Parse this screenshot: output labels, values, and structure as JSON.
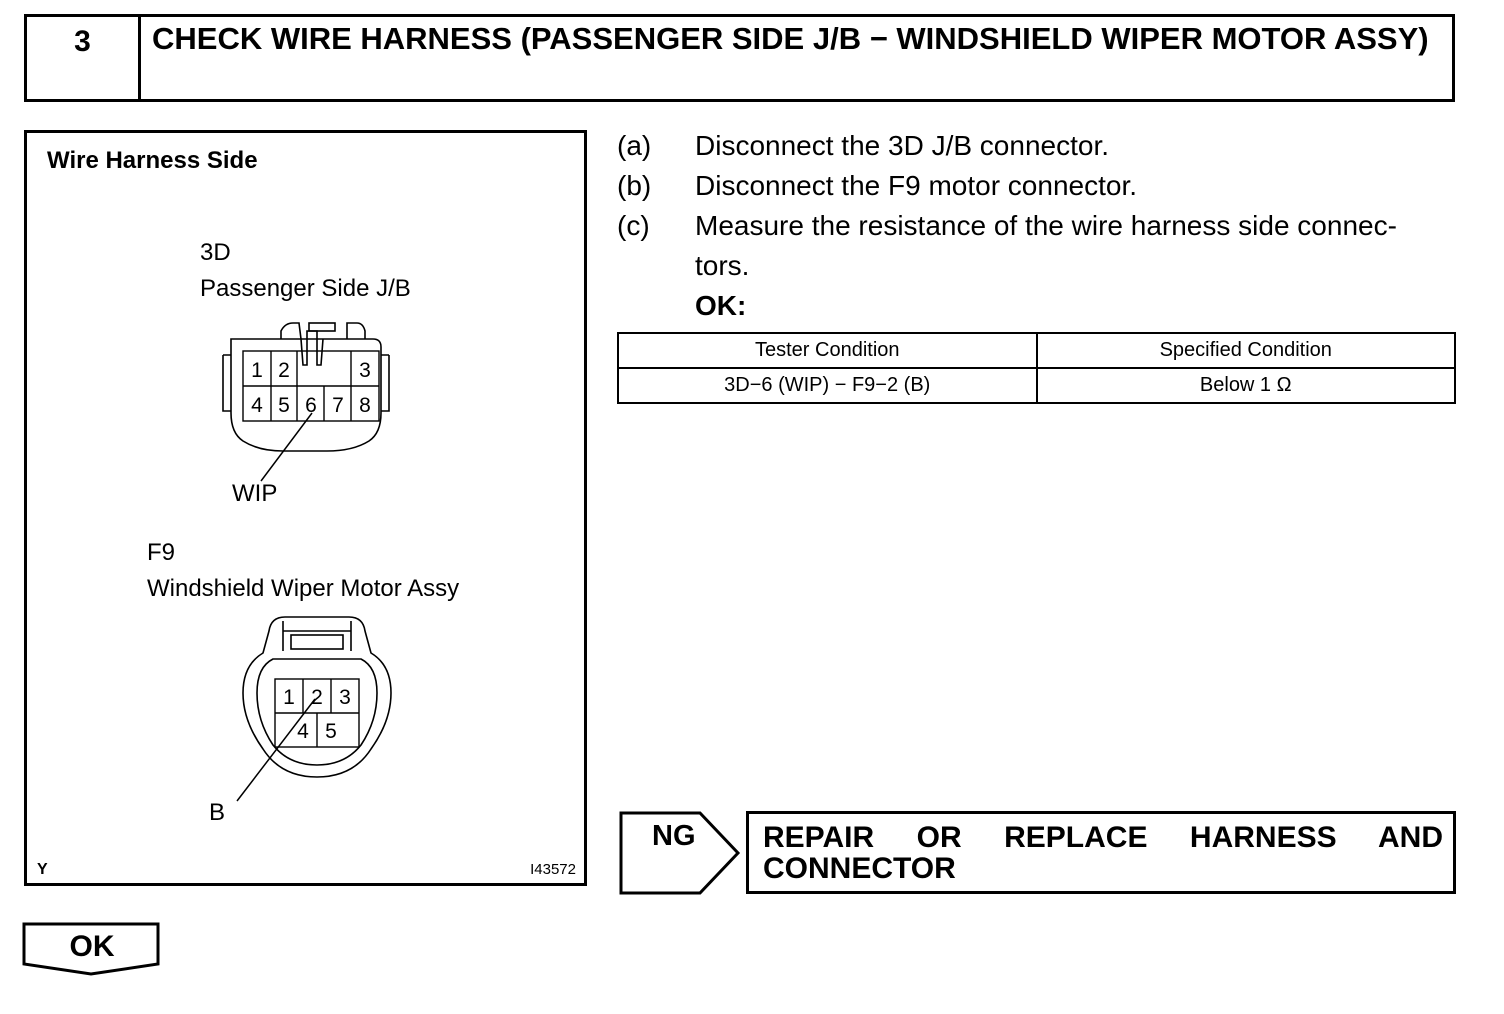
{
  "step": {
    "number": "3",
    "title": "CHECK WIRE HARNESS (PASSENGER SIDE J/B − WINDSHIELD WIPER MOTOR ASSY)"
  },
  "figure": {
    "title": "Wire Harness Side",
    "connector_3d": {
      "code": "3D",
      "name": "Passenger Side J/B",
      "pins_top": [
        "1",
        "2",
        "3"
      ],
      "pins_bottom": [
        "4",
        "5",
        "6",
        "7",
        "8"
      ],
      "callout": "WIP"
    },
    "connector_f9": {
      "code": "F9",
      "name": "Windshield Wiper Motor Assy",
      "pins_top": [
        "1",
        "2",
        "3"
      ],
      "pins_bottom": [
        "4",
        "5"
      ],
      "callout": "B"
    },
    "corner_mark": "Y",
    "figure_id": "I43572"
  },
  "procedure": {
    "steps": [
      {
        "letter": "(a)",
        "text": "Disconnect the 3D J/B connector."
      },
      {
        "letter": "(b)",
        "text": "Disconnect the F9 motor connector."
      },
      {
        "letter": "(c)",
        "text": "Measure the resistance of the wire harness side connec-"
      },
      {
        "letter": "",
        "text": "tors."
      }
    ],
    "ok_label": "OK:"
  },
  "spec_table": {
    "headers": [
      "Tester Condition",
      "Specified Condition"
    ],
    "rows": [
      [
        "3D−6 (WIP) − F9−2 (B)",
        "Below 1 Ω"
      ]
    ]
  },
  "result_ng": {
    "label": "NG",
    "text": "REPAIR OR REPLACE HARNESS AND CONNECTOR"
  },
  "result_ok": {
    "label": "OK"
  }
}
